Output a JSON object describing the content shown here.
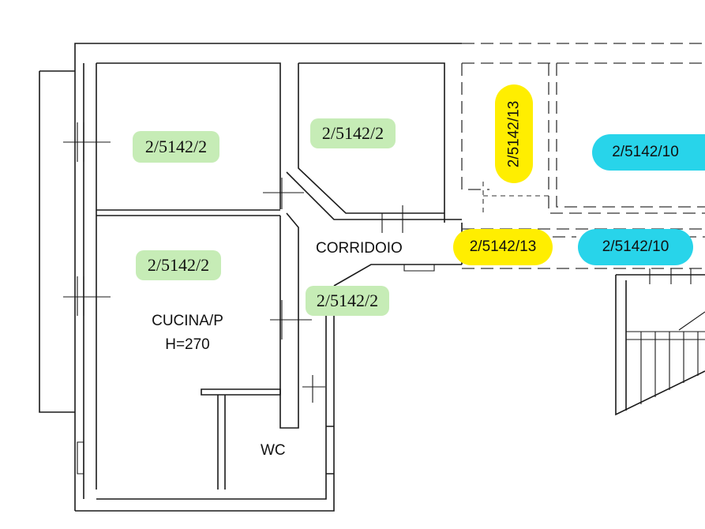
{
  "colors": {
    "green": "#c6ecb6",
    "yellow": "#ffee00",
    "cyan": "#28d4ea",
    "line": "#1a1a1a",
    "background": "#ffffff"
  },
  "rooms": {
    "corridoio": "CORRIDOIO",
    "cucina_name": "CUCINA/P",
    "cucina_height": "H=270",
    "wc": "WC"
  },
  "parcels": [
    {
      "id": "green-room-top-left",
      "text": "2/5142/2",
      "color": "green"
    },
    {
      "id": "green-room-top-mid",
      "text": "2/5142/2",
      "color": "green"
    },
    {
      "id": "green-cucina",
      "text": "2/5142/2",
      "color": "green"
    },
    {
      "id": "green-corridor",
      "text": "2/5142/2",
      "color": "green"
    },
    {
      "id": "yellow-vertical",
      "text": "2/5142/13",
      "color": "yellow"
    },
    {
      "id": "yellow-corridor",
      "text": "2/5142/13",
      "color": "yellow"
    },
    {
      "id": "cyan-upper",
      "text": "2/5142/10",
      "color": "cyan"
    },
    {
      "id": "cyan-lower",
      "text": "2/5142/10",
      "color": "cyan"
    }
  ]
}
